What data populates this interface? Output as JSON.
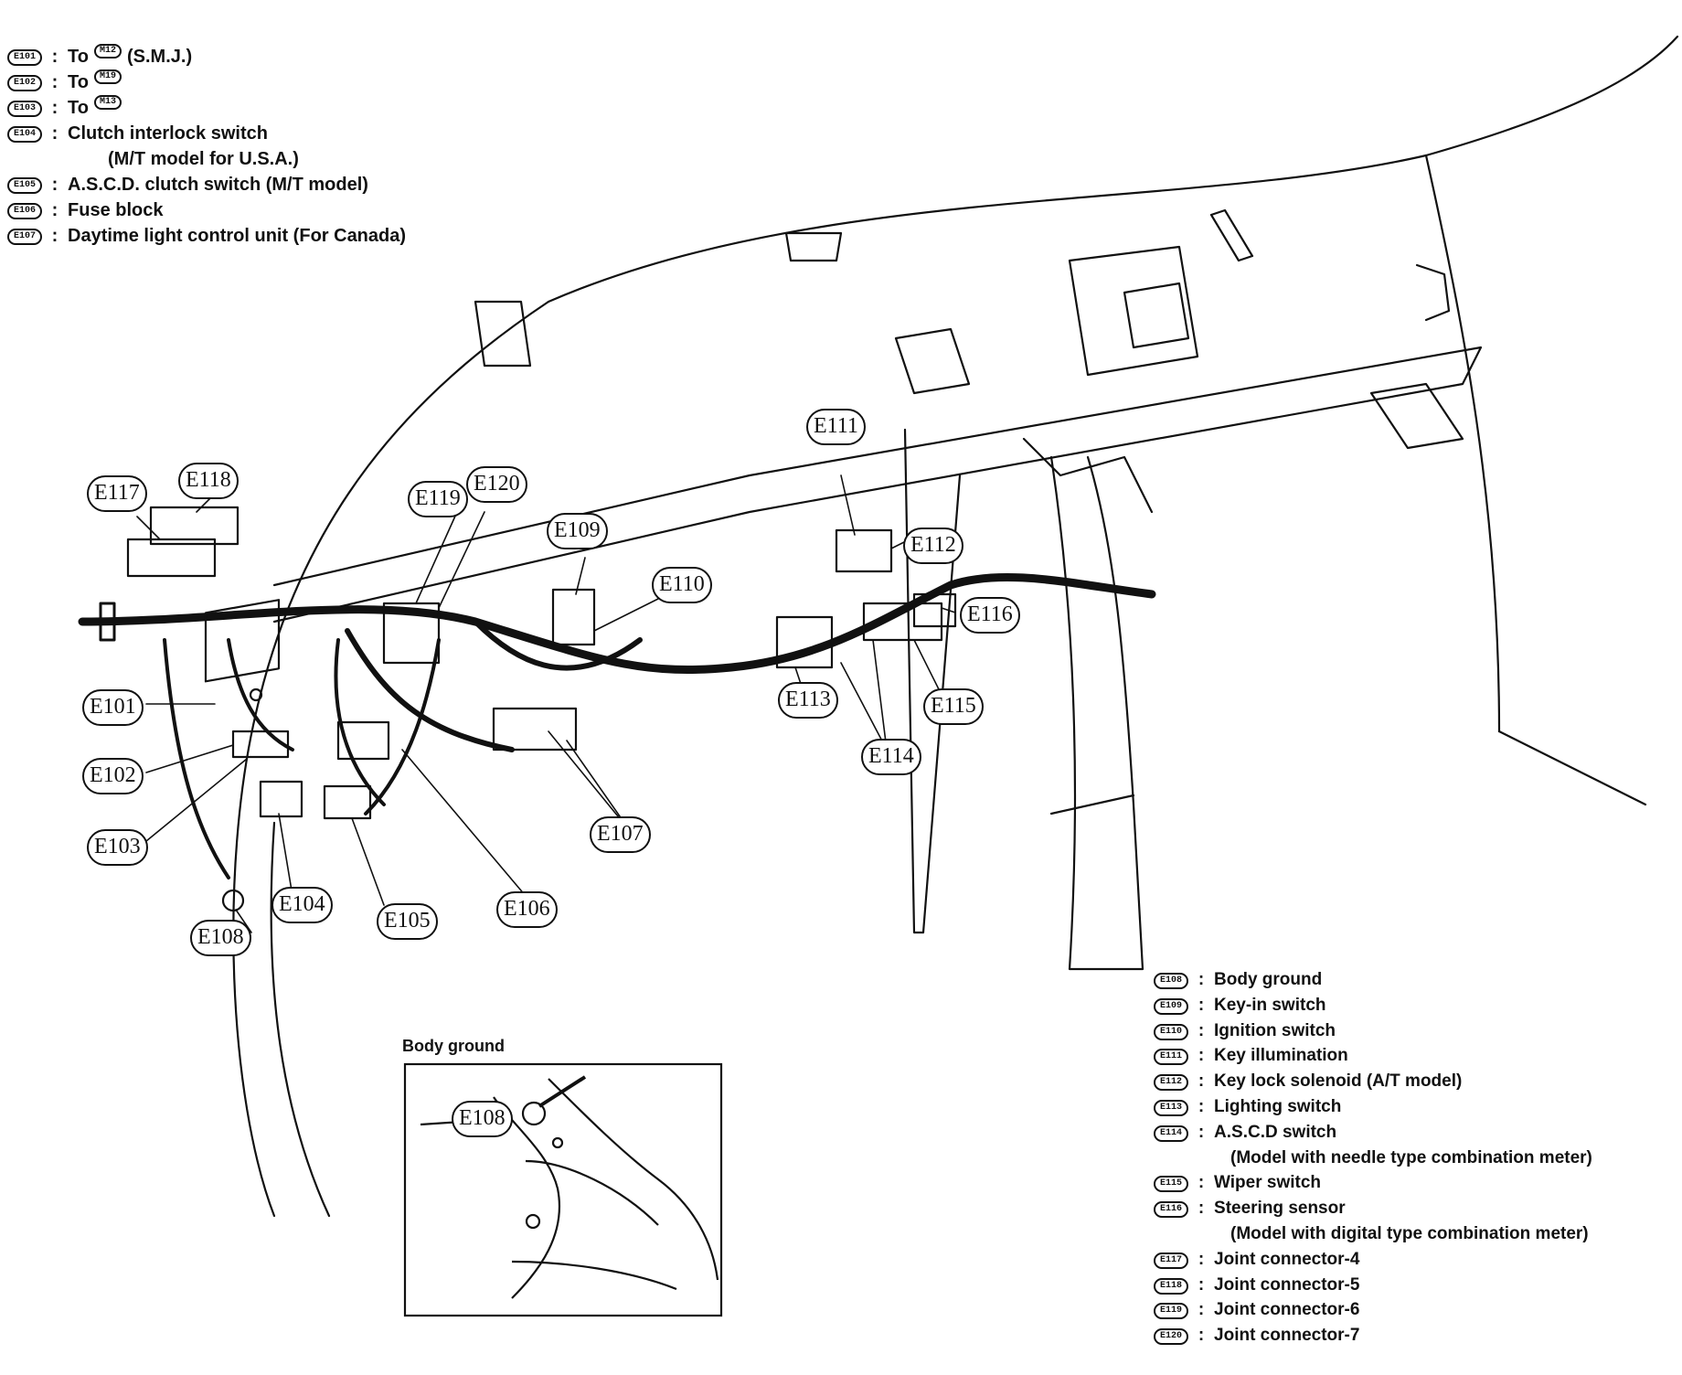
{
  "legend_top": [
    {
      "code": "E101",
      "text": "To",
      "ref": "M12",
      "suffix": "(S.M.J.)"
    },
    {
      "code": "E102",
      "text": "To",
      "ref": "M19",
      "suffix": ""
    },
    {
      "code": "E103",
      "text": "To",
      "ref": "M13",
      "suffix": ""
    },
    {
      "code": "E104",
      "text": "Clutch interlock switch",
      "sub": "(M/T model for U.S.A.)"
    },
    {
      "code": "E105",
      "text": "A.S.C.D. clutch switch (M/T model)"
    },
    {
      "code": "E106",
      "text": "Fuse block"
    },
    {
      "code": "E107",
      "text": "Daytime light control unit (For Canada)"
    }
  ],
  "legend_right": [
    {
      "code": "E108",
      "text": "Body ground"
    },
    {
      "code": "E109",
      "text": "Key-in switch"
    },
    {
      "code": "E110",
      "text": "Ignition switch"
    },
    {
      "code": "E111",
      "text": "Key illumination"
    },
    {
      "code": "E112",
      "text": "Key lock solenoid (A/T model)"
    },
    {
      "code": "E113",
      "text": "Lighting switch"
    },
    {
      "code": "E114",
      "text": "A.S.C.D switch",
      "sub": "(Model with needle type combination meter)"
    },
    {
      "code": "E115",
      "text": "Wiper switch"
    },
    {
      "code": "E116",
      "text": "Steering sensor",
      "sub": "(Model with digital type combination meter)"
    },
    {
      "code": "E117",
      "text": "Joint connector-4"
    },
    {
      "code": "E118",
      "text": "Joint connector-5"
    },
    {
      "code": "E119",
      "text": "Joint connector-6"
    },
    {
      "code": "E120",
      "text": "Joint connector-7"
    }
  ],
  "separator": ":",
  "inset_title": "Body ground",
  "callouts": {
    "e101": "E101",
    "e102": "E102",
    "e103": "E103",
    "e104": "E104",
    "e105": "E105",
    "e106": "E106",
    "e107": "E107",
    "e108": "E108",
    "e109": "E109",
    "e110": "E110",
    "e111": "E111",
    "e112": "E112",
    "e113": "E113",
    "e114": "E114",
    "e115": "E115",
    "e116": "E116",
    "e117": "E117",
    "e118": "E118",
    "e119": "E119",
    "e120": "E120",
    "inset_e108": "E108"
  }
}
